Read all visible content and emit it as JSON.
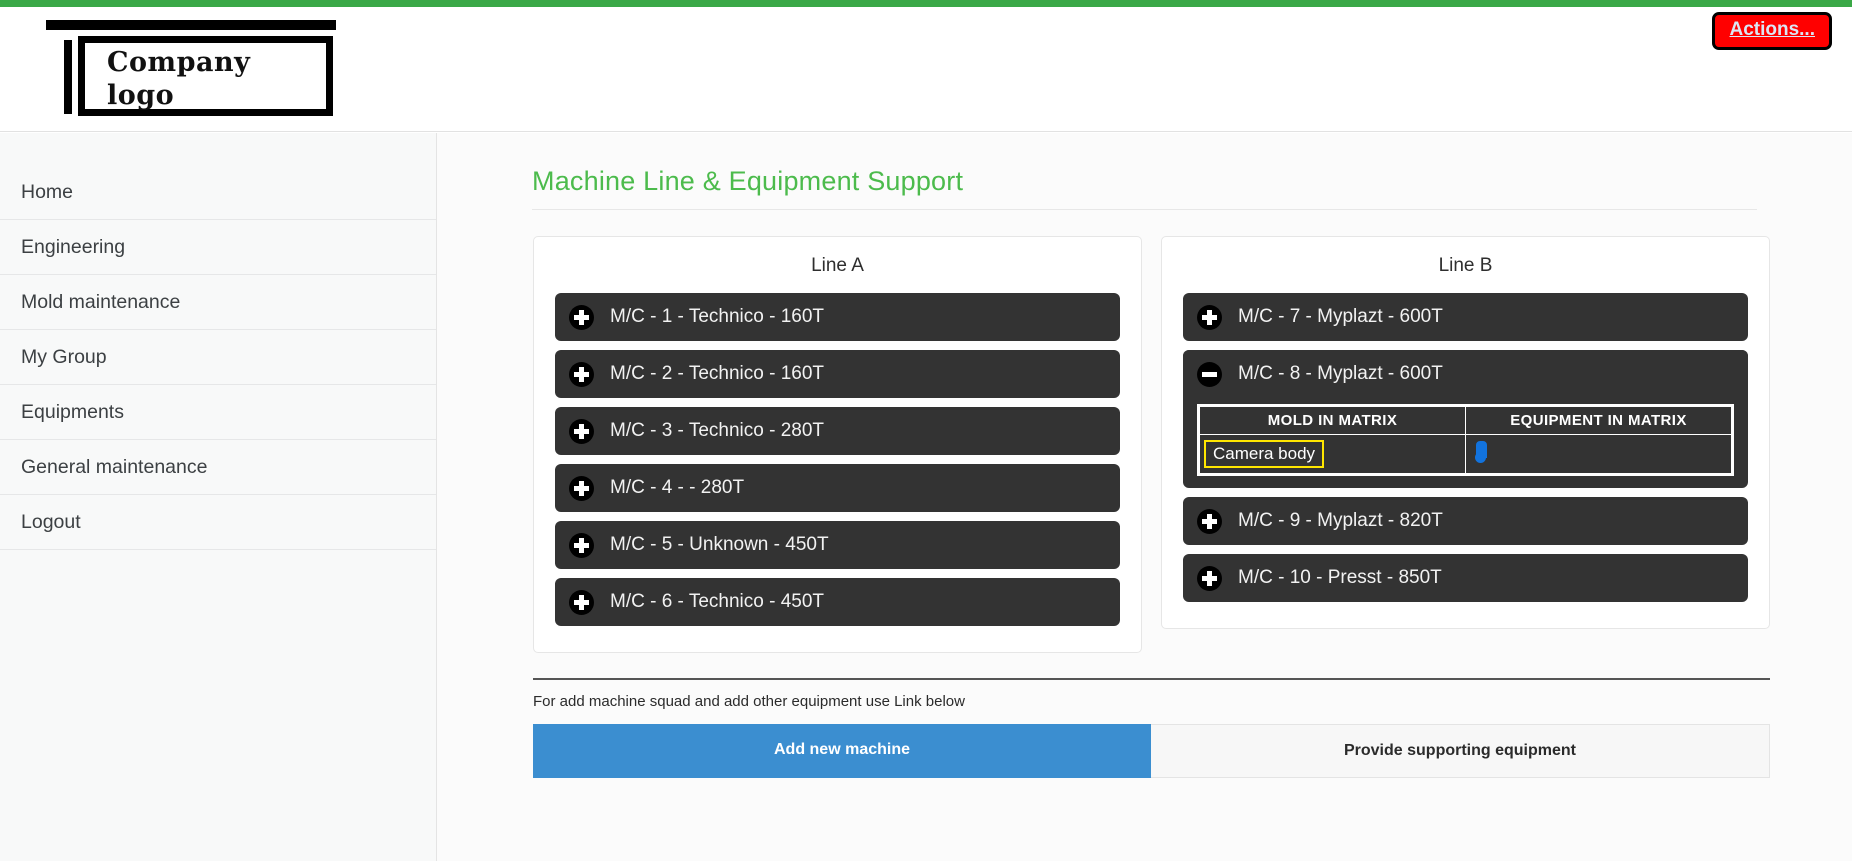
{
  "brand": {
    "accent_bar_color": "#3aa847",
    "logo_line1": "Company",
    "logo_line2": "logo"
  },
  "header": {
    "actions_label": "Actions...",
    "actions_bg_color": "#ff0000"
  },
  "sidebar": {
    "items": [
      {
        "label": "Home"
      },
      {
        "label": "Engineering"
      },
      {
        "label": "Mold maintenance"
      },
      {
        "label": "My Group"
      },
      {
        "label": "Equipments"
      },
      {
        "label": "General maintenance"
      },
      {
        "label": "Logout"
      }
    ]
  },
  "main": {
    "page_title": "Machine Line & Equipment Support",
    "page_title_color": "#4cbb4c",
    "lines": [
      {
        "title": "Line A",
        "machines": [
          {
            "label": "M/C - 1 - Technico - 160T",
            "state": "collapsed",
            "icon": "plus-icon"
          },
          {
            "label": "M/C - 2 - Technico - 160T",
            "state": "collapsed",
            "icon": "plus-icon"
          },
          {
            "label": "M/C - 3 - Technico - 280T",
            "state": "collapsed",
            "icon": "plus-icon"
          },
          {
            "label": "M/C - 4 - - 280T",
            "state": "collapsed",
            "icon": "plus-icon"
          },
          {
            "label": "M/C - 5 - Unknown - 450T",
            "state": "collapsed",
            "icon": "plus-icon"
          },
          {
            "label": "M/C - 6 - Technico - 450T",
            "state": "collapsed",
            "icon": "plus-icon"
          }
        ]
      },
      {
        "title": "Line B",
        "machines": [
          {
            "label": "M/C - 7 - Myplazt - 600T",
            "state": "collapsed",
            "icon": "plus-icon"
          },
          {
            "label": "M/C - 8 - Myplazt - 600T",
            "state": "expanded",
            "icon": "minus-icon"
          },
          {
            "label": "M/C - 9 - Myplazt - 820T",
            "state": "collapsed",
            "icon": "plus-icon"
          },
          {
            "label": "M/C - 10 - Presst - 850T",
            "state": "collapsed",
            "icon": "plus-icon"
          }
        ]
      }
    ],
    "matrix": {
      "headers": [
        "MOLD IN MATRIX",
        "EQUIPMENT IN MATRIX"
      ],
      "row": {
        "mold": "Camera body",
        "mold_highlight_color": "#ffe600",
        "equipment_icon": "thermometer-icon",
        "equipment_icon_color": "#1273de"
      }
    }
  },
  "footer": {
    "note": "For add machine squad and add other equipment use Link below",
    "primary_label": "Add new machine",
    "secondary_label": "Provide supporting equipment",
    "primary_color": "#3b8ed0"
  }
}
